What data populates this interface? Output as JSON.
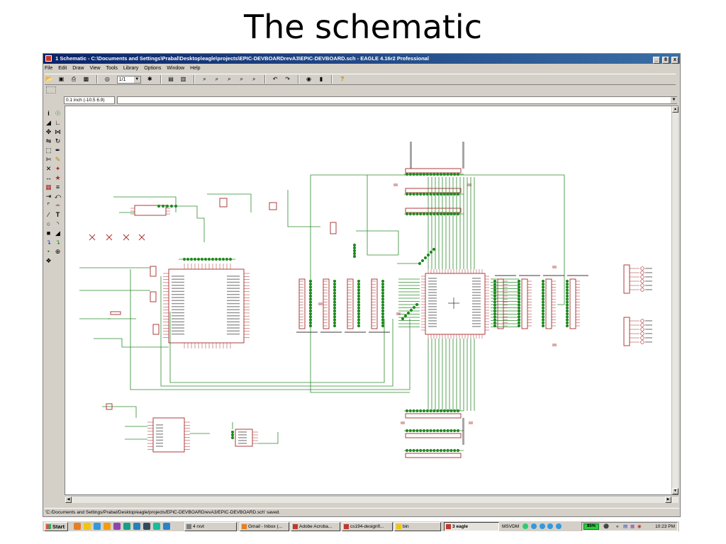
{
  "slide": {
    "title": "The schematic"
  },
  "window": {
    "title": "1 Schematic - C:\\Documents and Settings\\Prabal\\Desktop\\eagle\\projects\\EPIC-DEVBOARDrevA3\\EPIC-DEVBOARD.sch - EAGLE 4.16r2 Professional",
    "controls": [
      "_",
      "8",
      "x"
    ]
  },
  "menu": [
    "File",
    "Edit",
    "Draw",
    "View",
    "Tools",
    "Library",
    "Options",
    "Window",
    "Help"
  ],
  "toolbar": {
    "sheet": "1/1",
    "help": "?"
  },
  "coords": "0.1 inch (-10.5 6.9)",
  "status": "'C:/Documents and Settings/Prabal/Desktop/eagle/projects/EPIC-DEVBOARDrevA3/EPIC-DEVBOARD.sch' saved.",
  "taskbar": {
    "start": "Start",
    "tasks": [
      "4 rxvt",
      "Gmail - Inbox (...",
      "Adobe Acroba...",
      "cs194-designfl...",
      "bin",
      "3 eagle"
    ],
    "msvdm": "MSVDM",
    "battery": "85%",
    "clock": "10:23 PM"
  },
  "colors": {
    "titlebar": "#0a246a",
    "chrome": "#d4d0c8",
    "wire": "#2e8b2e",
    "junction": "#1f8a1f",
    "part": "#a52a2a",
    "label": "#3a3a3a"
  }
}
